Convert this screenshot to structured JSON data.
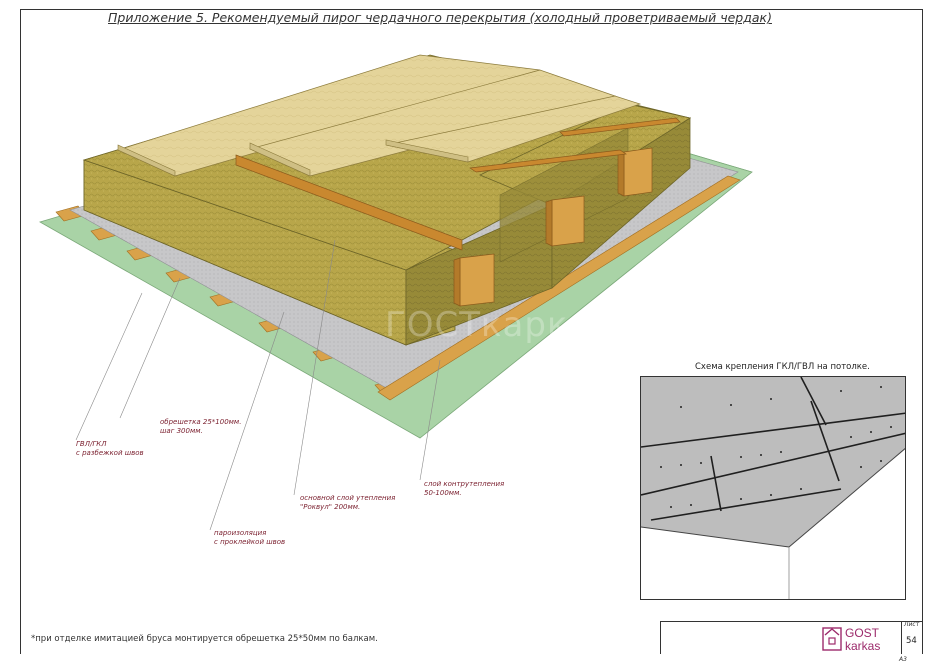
{
  "title": "Приложение 5. Рекомендуемый пирог чердачного перекрытия (холодный проветриваемый чердак)",
  "watermark": "ГОСТкаркас",
  "labels": {
    "obreshetka": [
      "обрешетка 25*100мм.",
      "шаг 300мм."
    ],
    "gvl": [
      "ГВЛ/ГКЛ",
      "с разбежкой швов"
    ],
    "main_insulation": [
      "основной слой утепления",
      "\"Роквул\" 200мм."
    ],
    "counter_insulation": [
      "слой контрутепления",
      "50-100мм."
    ],
    "vapor_barrier": [
      "пароизоляция",
      "с проклейкой швов"
    ]
  },
  "inset": {
    "caption": "Схема крепления ГКЛ/ГВЛ на потолке."
  },
  "footnote": "*при отделке имитацией бруса монтируется обрешетка 25*50мм по балкам.",
  "title_block": {
    "logo_top": "GOST",
    "logo_bottom": "karkas",
    "sheet_label": "Лист",
    "sheet_number": "54",
    "format": "А3"
  },
  "colors": {
    "wool": "#b9a94e",
    "wool_side": "#8f8436",
    "wood": "#d9a24a",
    "membrane": "#c4c4c6",
    "gvl": "#a9d3a6",
    "label_text": "#7a1f2e"
  }
}
